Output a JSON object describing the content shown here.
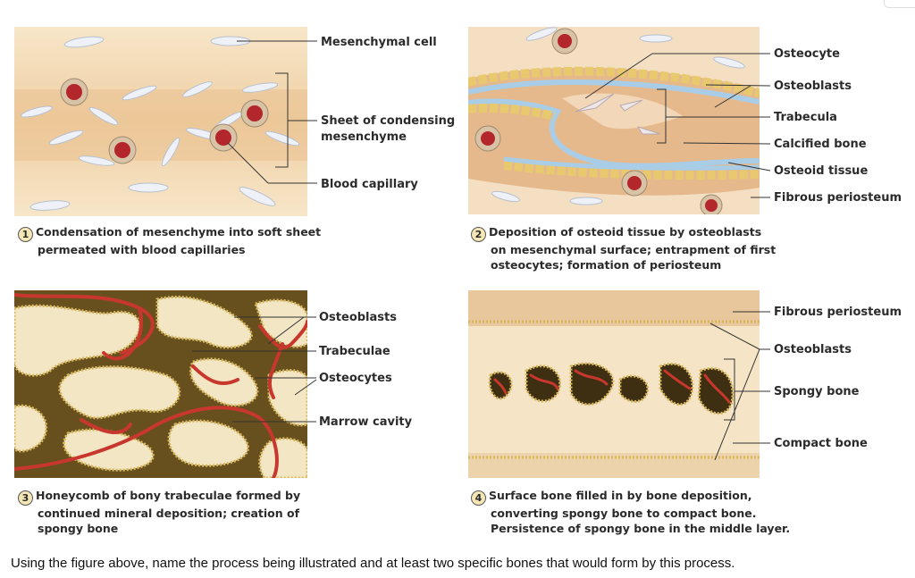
{
  "panels": [
    {
      "number": "1",
      "caption_lines": [
        "Condensation of mesenchyme into soft sheet",
        "permeated with blood capillaries"
      ],
      "labels": [
        "Mesenchymal cell",
        "Sheet of condensing",
        "mesenchyme",
        "Blood capillary"
      ]
    },
    {
      "number": "2",
      "caption_lines": [
        "Deposition of osteoid tissue by osteoblasts",
        "on mesenchymal surface; entrapment of first",
        "osteocytes; formation of periosteum"
      ],
      "labels": [
        "Osteocyte",
        "Osteoblasts",
        "Trabecula",
        "Calcified bone",
        "Osteoid tissue",
        "Fibrous periosteum"
      ]
    },
    {
      "number": "3",
      "caption_lines": [
        "Honeycomb of bony trabeculae formed by",
        "continued mineral deposition; creation of",
        "spongy bone"
      ],
      "labels": [
        "Osteoblasts",
        "Trabeculae",
        "Osteocytes",
        "Marrow cavity"
      ]
    },
    {
      "number": "4",
      "caption_lines": [
        "Surface bone filled in by bone deposition,",
        "converting spongy bone to compact bone.",
        "Persistence of spongy bone in the middle layer."
      ],
      "labels": [
        "Fibrous periosteum",
        "Osteoblasts",
        "Spongy bone",
        "Compact bone"
      ]
    }
  ],
  "question": "Using the figure above, name the process being illustrated and at least two specific bones that would form by this process.",
  "colors": {
    "tissue": "#f2d9b3",
    "bone": "#f3e6c4",
    "vessel": "#c8372d",
    "osteoid": "#a9cde6",
    "marrow": "#3b2c10"
  }
}
